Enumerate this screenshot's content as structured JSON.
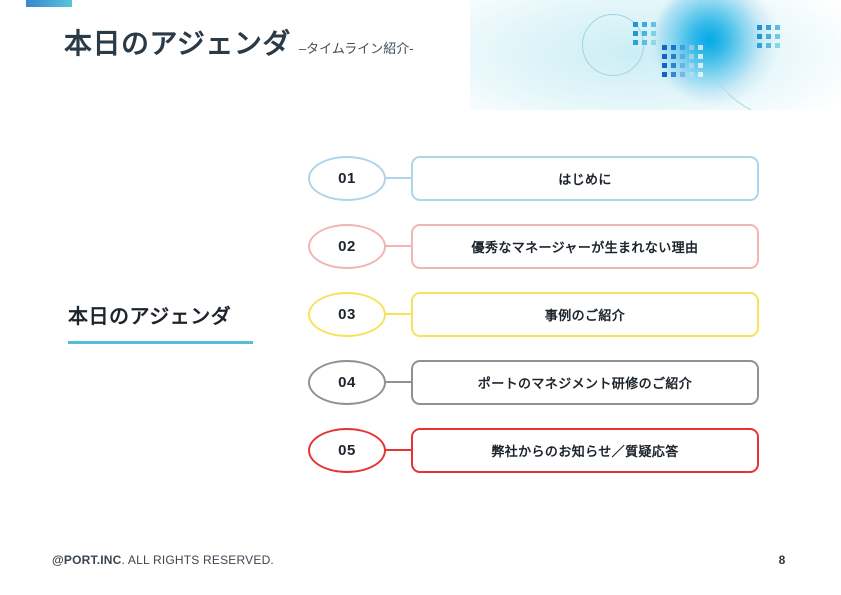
{
  "header": {
    "title": "本日のアジェンダ",
    "subtitle": "–タイムライン紹介-",
    "accent_gradient_from": "#3a86ce",
    "accent_gradient_to": "#57c5d9"
  },
  "section_label": {
    "text": "本日のアジェンダ",
    "underline_color": "#55bedb"
  },
  "agenda": {
    "rows": [
      {
        "number": "01",
        "label": "はじめに",
        "color": "#aed4e8"
      },
      {
        "number": "02",
        "label": "優秀なマネージャーが生まれない理由",
        "color": "#f2b4b4"
      },
      {
        "number": "03",
        "label": "事例のご紹介",
        "color": "#f5e35c"
      },
      {
        "number": "04",
        "label": "ポートのマネジメント研修のご紹介",
        "color": "#919191"
      },
      {
        "number": "05",
        "label": "弊社からのお知らせ／質疑応答",
        "color": "#e63333"
      }
    ]
  },
  "footer": {
    "company": "@PORT.INC",
    "rights": ". ALL RIGHTS RESERVED.",
    "page_number": "8"
  },
  "decoration": {
    "dot_colors_a": [
      "#2196d6",
      "#3fa9dd",
      "#63c4e2",
      "#2196d6",
      "#4cb4df",
      "#7fd0e8",
      "#2f9fd9",
      "#5bbde2",
      "#8ed8ec"
    ],
    "dot_colors_b": [
      "#1565c0",
      "#1f72c8",
      "#4b9ad8",
      "#8ec7e8",
      "#c3e2f3",
      "#1565c0",
      "#2a7ccc",
      "#63aadd",
      "#9fd0ec",
      "#cfe8f5",
      "#1565c0",
      "#2f82ce",
      "#6fb2e0",
      "#a9d6ef",
      "#d8edf8",
      "#1565c0",
      "#3588d0",
      "#79b8e3",
      "#b2daf1",
      "#ddeffa"
    ],
    "dot_colors_c": [
      "#1f8fd1",
      "#35a3da",
      "#5dbde4",
      "#2196d6",
      "#45ade0",
      "#72c8e8",
      "#2fa0d9",
      "#5ab9e3",
      "#8ad4ea"
    ]
  }
}
